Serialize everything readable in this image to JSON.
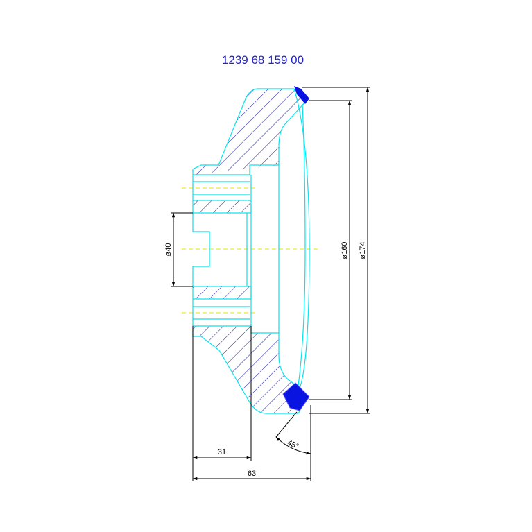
{
  "drawing": {
    "part_number": "1239 68 159 00",
    "dimensions": {
      "bore_diameter": "ø40",
      "inner_diameter": "ø160",
      "outer_diameter": "ø174",
      "hub_width": "31",
      "overall_width": "63",
      "chamfer_angle": "45°"
    }
  },
  "colors": {
    "title": "#2424c8",
    "outline": "#00e5ee",
    "hatch": "#1a1aa8",
    "seal": "#0a14e0",
    "centerline": "#e6e600",
    "dimension": "#000000"
  }
}
